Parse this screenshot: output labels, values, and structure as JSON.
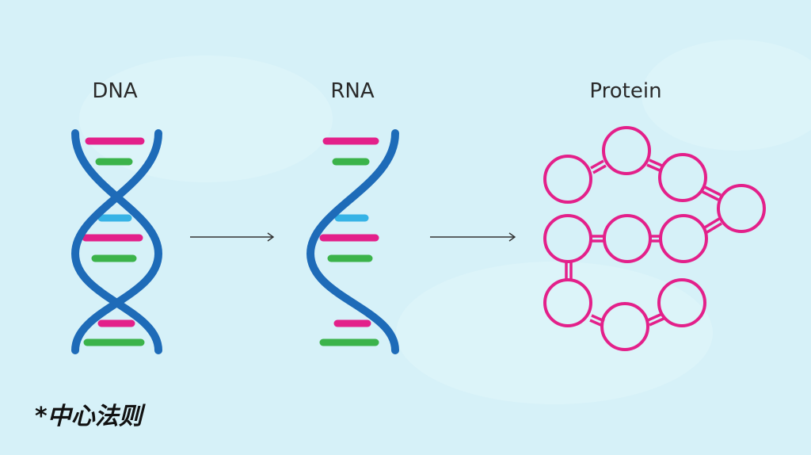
{
  "labels": {
    "dna": "DNA",
    "rna": "RNA",
    "protein": "Protein"
  },
  "caption": "*中心法则",
  "colors": {
    "background": "#d6f1f8",
    "backbone": "#1e6bb8",
    "pink_rung": "#e3208a",
    "green_rung": "#3bb34a",
    "blue_rung": "#36b3e6",
    "protein_ring": "#e3208a",
    "arrow": "#333333",
    "text": "#2a2a2a"
  },
  "icons": [
    "dna-double-helix-icon",
    "rna-strand-icon",
    "arrow-right-icon",
    "protein-chain-icon"
  ]
}
